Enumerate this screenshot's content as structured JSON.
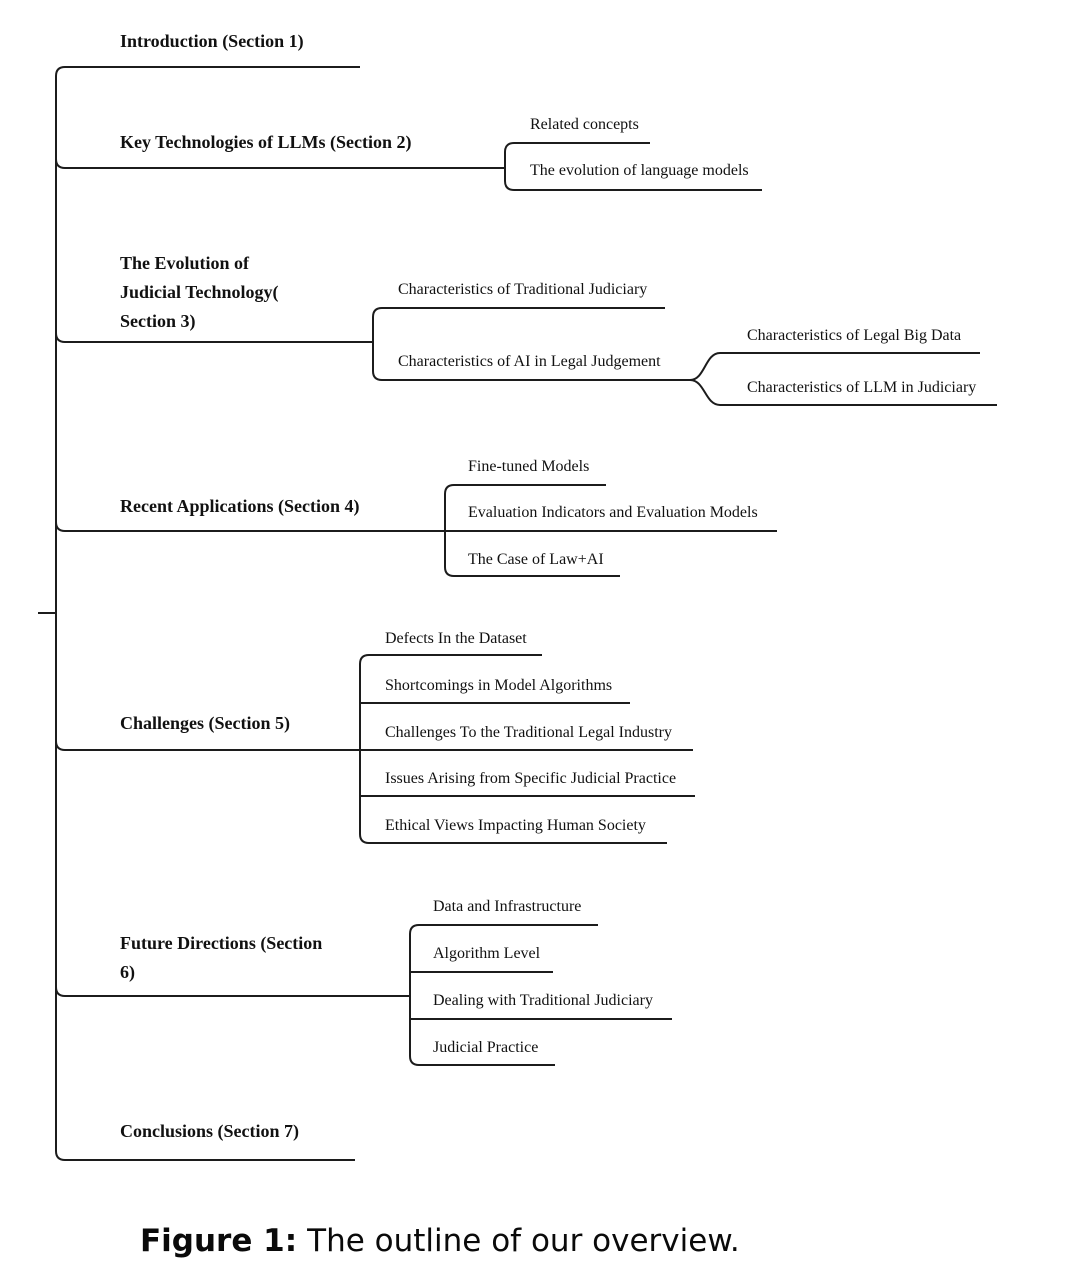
{
  "figure": {
    "caption_label": "Figure 1:",
    "caption_text": "The outline of our overview."
  },
  "colors": {
    "line": "#1c1c1c",
    "text": "#111111",
    "background": "#ffffff"
  },
  "tree": {
    "sections": [
      {
        "label": "Introduction (Section 1)",
        "children": []
      },
      {
        "label": "Key Technologies of LLMs (Section 2)",
        "children": [
          {
            "label": "Related concepts"
          },
          {
            "label": "The evolution of language models"
          }
        ]
      },
      {
        "label": "The Evolution of\nJudicial Technology(\nSection 3)",
        "children": [
          {
            "label": "Characteristics of Traditional Judiciary"
          },
          {
            "label": "Characteristics of AI in Legal Judgement",
            "children": [
              {
                "label": "Characteristics of Legal Big Data"
              },
              {
                "label": "Characteristics of LLM in Judiciary"
              }
            ]
          }
        ]
      },
      {
        "label": "Recent Applications (Section 4)",
        "children": [
          {
            "label": "Fine-tuned Models"
          },
          {
            "label": "Evaluation Indicators and Evaluation Models"
          },
          {
            "label": "The Case of Law+AI"
          }
        ]
      },
      {
        "label": "Challenges (Section 5)",
        "children": [
          {
            "label": "Defects In the Dataset"
          },
          {
            "label": "Shortcomings in Model Algorithms"
          },
          {
            "label": "Challenges To the Traditional Legal Industry"
          },
          {
            "label": "Issues Arising from Specific Judicial Practice"
          },
          {
            "label": "Ethical Views Impacting Human Society"
          }
        ]
      },
      {
        "label": "Future Directions (Section\n6)",
        "children": [
          {
            "label": "Data and Infrastructure"
          },
          {
            "label": "Algorithm Level"
          },
          {
            "label": "Dealing with Traditional Judiciary"
          },
          {
            "label": "Judicial Practice"
          }
        ]
      },
      {
        "label": "Conclusions (Section 7)",
        "children": []
      }
    ]
  }
}
